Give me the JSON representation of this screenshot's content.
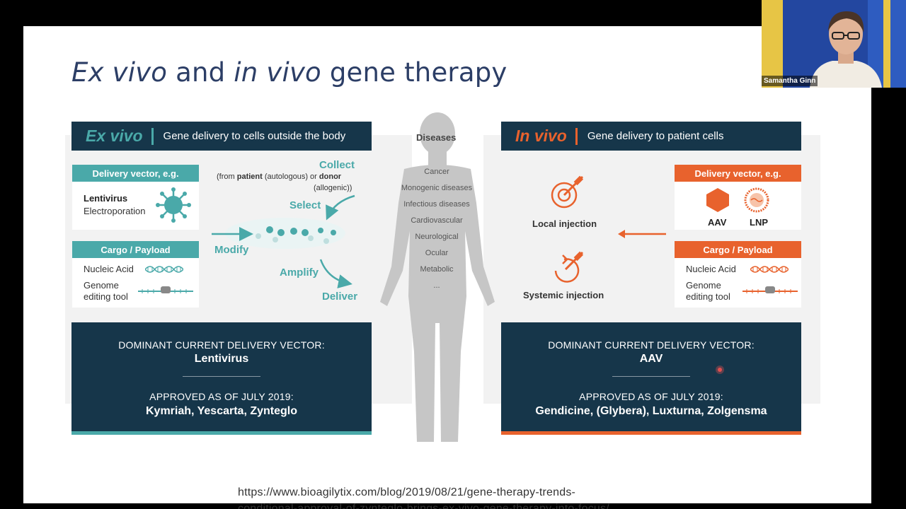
{
  "slide": {
    "title_part1": "Ex vivo",
    "title_part2": " and ",
    "title_part3": "in vivo",
    "title_part4": " gene therapy",
    "url_line1": "https://www.bioagilytix.com/blog/2019/08/21/gene-therapy-trends-",
    "url_line2": "conditional-approval-of-zynteglo-brings-ex-vivo-gene-therapy-into-focus/"
  },
  "ex_vivo": {
    "header_word": "Ex vivo",
    "header_desc": "Gene delivery to cells outside the body",
    "vector_title": "Delivery vector, e.g.",
    "vector_items": [
      "Lentivirus",
      "Electroporation"
    ],
    "cargo_title": "Cargo / Payload",
    "cargo_items": [
      "Nucleic Acid",
      "Genome",
      "editing tool"
    ],
    "flow": {
      "collect": "Collect",
      "collect_sub1_a": "(from ",
      "collect_sub1_b": "patient",
      "collect_sub1_c": " (autologous) or ",
      "collect_sub1_d": "donor",
      "collect_sub2": "(allogenic))",
      "select": "Select",
      "modify": "Modify",
      "amplify": "Amplify",
      "deliver": "Deliver"
    },
    "dominant_label": "DOMINANT CURRENT DELIVERY VECTOR:",
    "dominant_value": "Lentivirus",
    "approved_label": "APPROVED AS OF JULY 2019:",
    "approved_value": "Kymriah, Yescarta, Zynteglo"
  },
  "diseases": {
    "title": "Diseases",
    "items": [
      "Cancer",
      "Monogenic diseases",
      "Infectious diseases",
      "Cardiovascular",
      "Neurological",
      "Ocular",
      "Metabolic",
      "..."
    ]
  },
  "in_vivo": {
    "header_word": "In vivo",
    "header_desc": "Gene delivery to patient cells",
    "local_injection": "Local injection",
    "systemic_injection": "Systemic injection",
    "vector_title": "Delivery vector, e.g.",
    "vector_items": [
      "AAV",
      "LNP"
    ],
    "cargo_title": "Cargo / Payload",
    "cargo_items": [
      "Nucleic Acid",
      "Genome",
      "editing tool"
    ],
    "dominant_label": "DOMINANT CURRENT DELIVERY VECTOR:",
    "dominant_value": "AAV",
    "approved_label": "APPROVED AS OF JULY 2019:",
    "approved_value": "Gendicine, (Glybera), Luxturna, Zolgensma"
  },
  "webcam": {
    "participant_name": "Samantha Ginn"
  },
  "colors": {
    "navy": "#16364a",
    "teal": "#4aa9a9",
    "orange": "#e8622d",
    "title_blue": "#2c3e66"
  }
}
